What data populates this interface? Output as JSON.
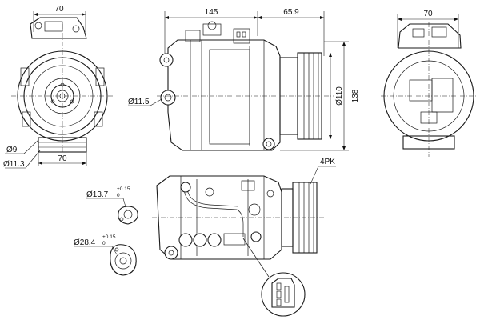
{
  "dimensions": {
    "front_width_top": "70",
    "front_width_bottom": "70",
    "hole_small": "Ø9",
    "hole_mount": "Ø11.3",
    "side_length": "145",
    "side_pulley_offset": "65.9",
    "side_hole": "Ø11.5",
    "pulley_dia": "Ø110",
    "height": "138",
    "rear_width": "70",
    "belt_type": "4PK",
    "port_small_dia": "Ø13.7",
    "port_small_tol": "+0.15",
    "port_small_tol2": "0",
    "port_large_dia": "Ø28.4",
    "port_large_tol": "+0.15",
    "port_large_tol2": "0"
  }
}
